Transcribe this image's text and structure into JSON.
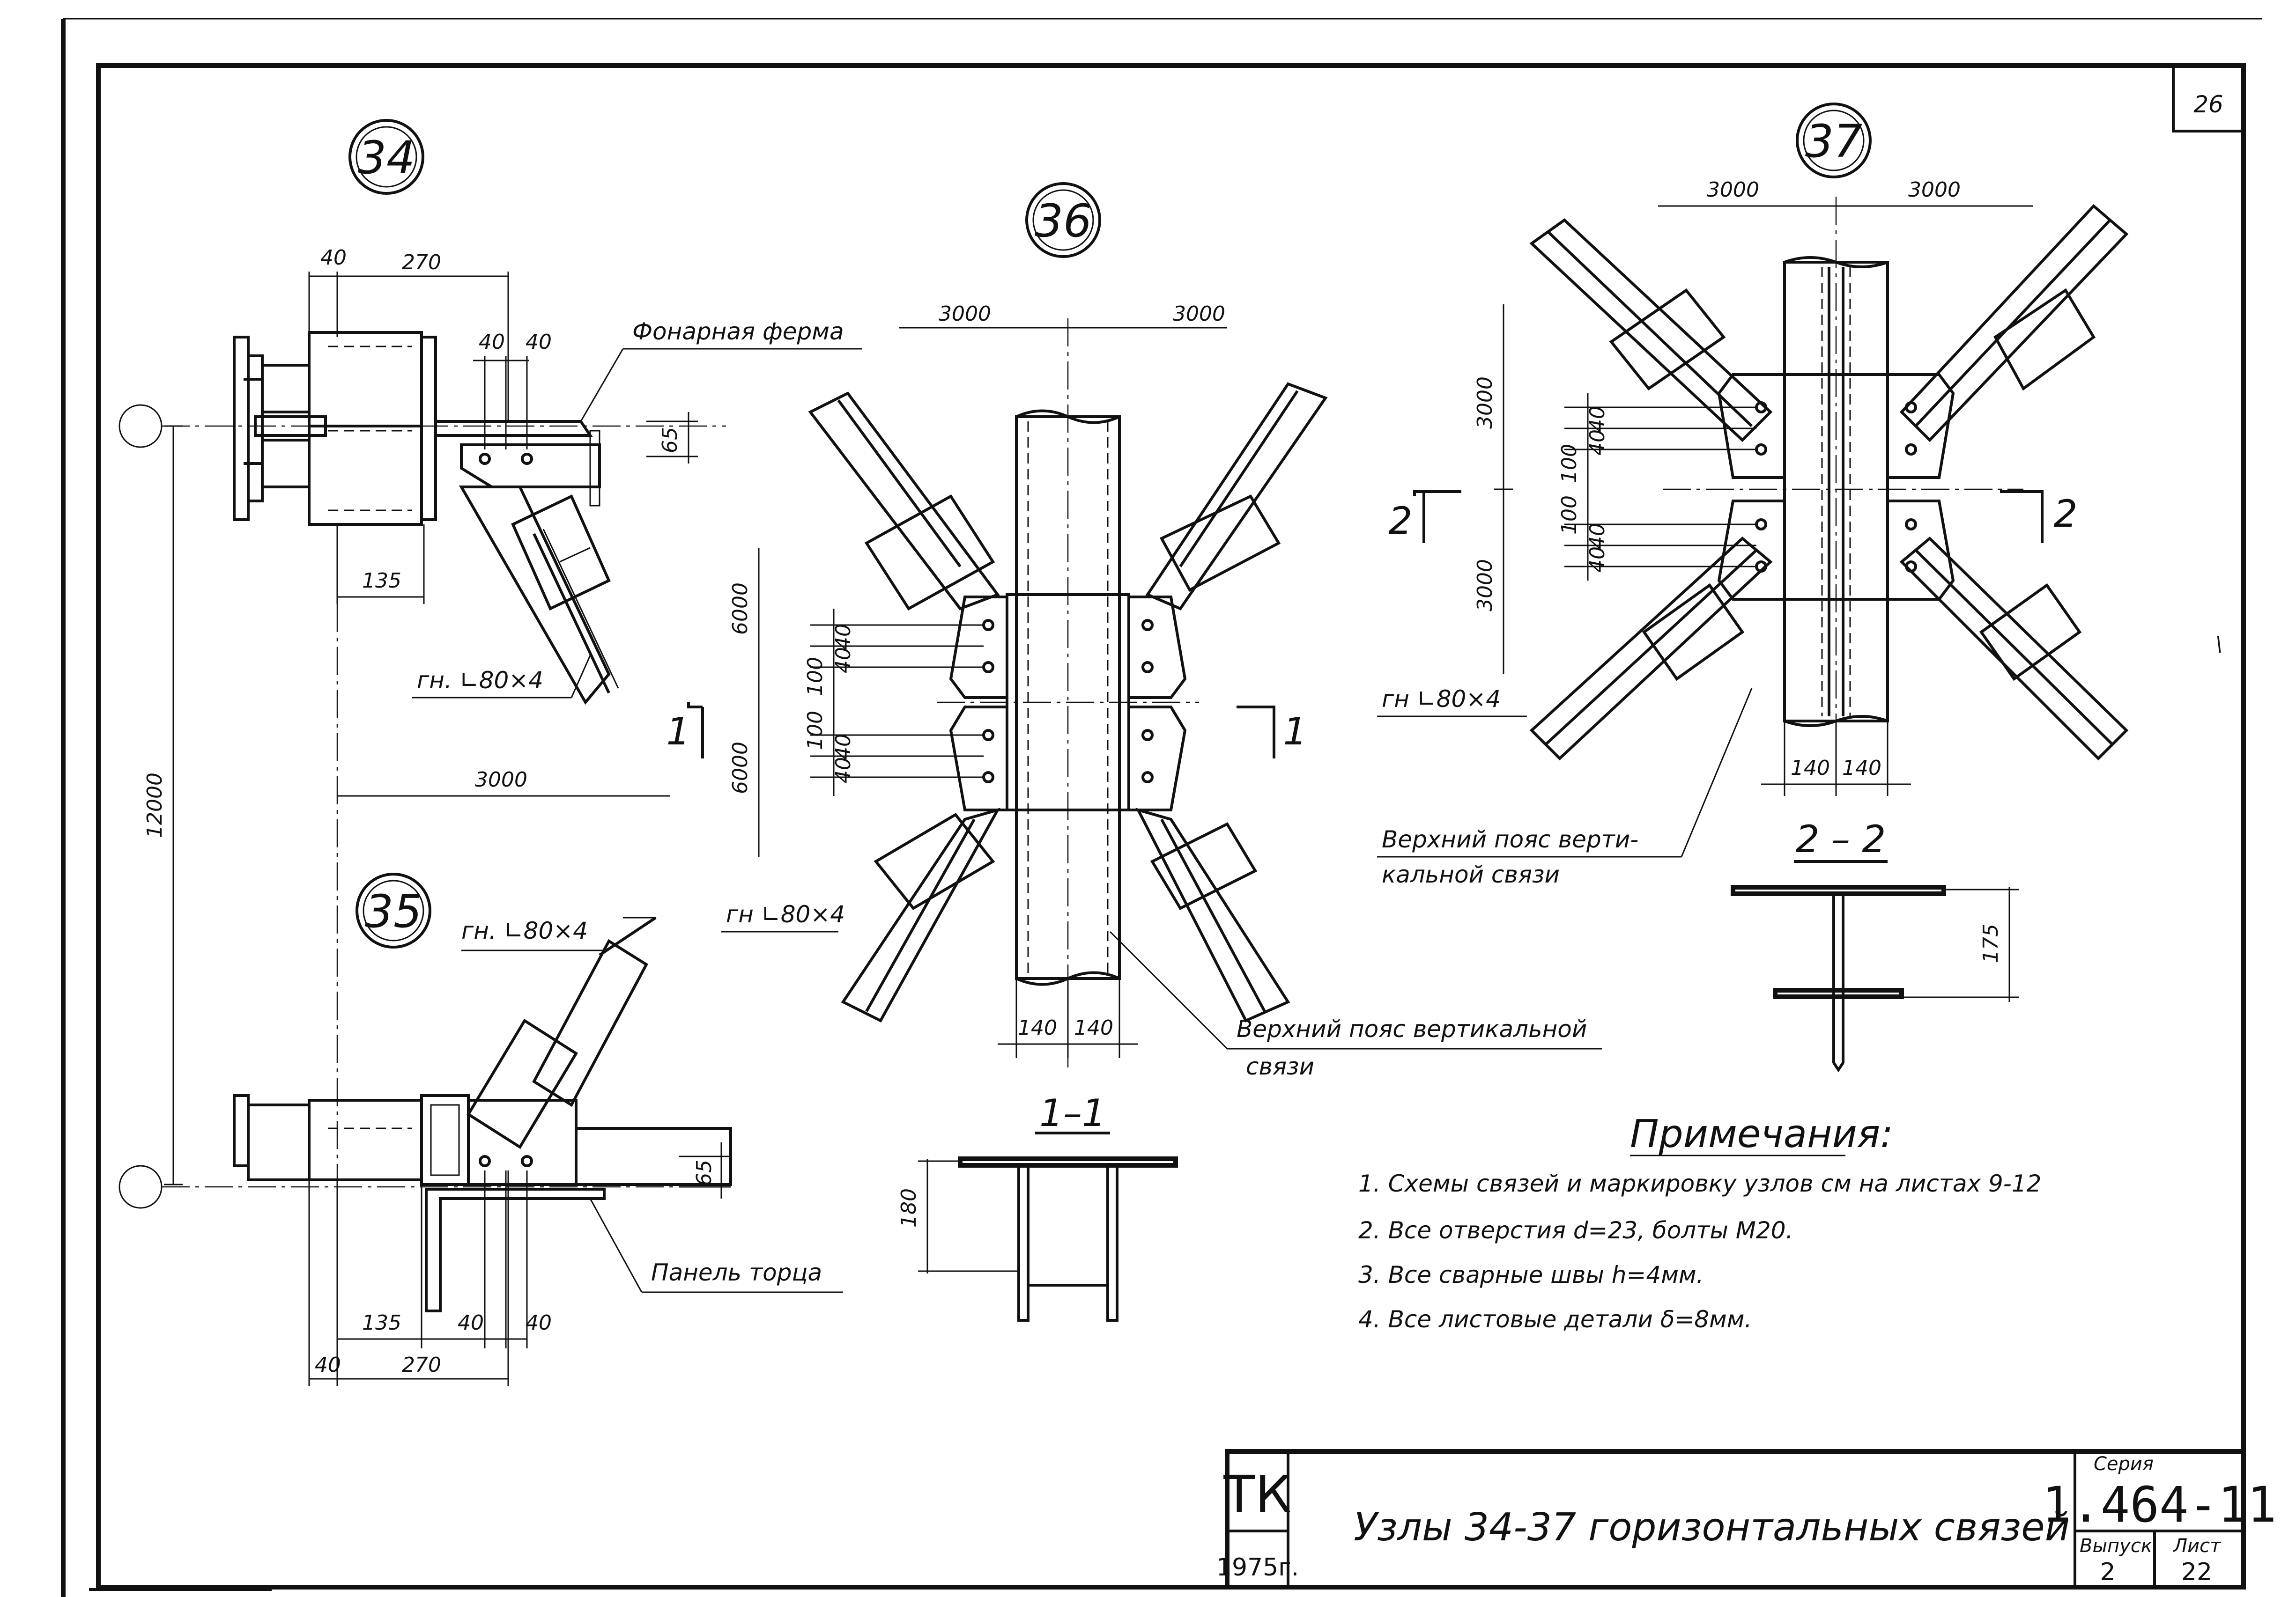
{
  "sheet": {
    "corner_number": "26",
    "footer_mark": "\\"
  },
  "node34": {
    "number": "34",
    "dims": [
      "40",
      "270",
      "40",
      "40",
      "65",
      "135"
    ],
    "label_truss": "Фонарная ферма",
    "label_angle": "гн. ∟80×4",
    "dim_3000": "3000",
    "dim_12000": "12000"
  },
  "node35": {
    "number": "35",
    "label_angle": "гн. ∟80×4",
    "label_panel": "Панель торца",
    "dims": [
      "65",
      "135",
      "40",
      "40",
      "40",
      "270"
    ]
  },
  "node36": {
    "number": "36",
    "dim_left": "3000",
    "dim_right": "3000",
    "dim_6000_top": "6000",
    "dim_6000_bottom": "6000",
    "dims_40": [
      "40",
      "40",
      "40",
      "40"
    ],
    "dims_100": [
      "100",
      "100"
    ],
    "dims_140": [
      "140",
      "140"
    ],
    "label_angle": "гн ∟80×4",
    "label_chord_line1": "Верхний пояс вертикальной",
    "label_chord_line2": "связи",
    "section_mark": "1"
  },
  "node37": {
    "number": "37",
    "dim_left": "3000",
    "dim_right": "3000",
    "dim_3000_top": "3000",
    "dim_3000_bottom": "3000",
    "dims_40": [
      "40",
      "40",
      "40",
      "40"
    ],
    "dims_100": [
      "100",
      "100"
    ],
    "dims_140": [
      "140",
      "140"
    ],
    "label_angle": "гн ∟80×4",
    "label_chord_line1": "Верхний пояс верти-",
    "label_chord_line2": "кальной связи",
    "section_mark": "2"
  },
  "section11": {
    "title": "1–1",
    "dim": "180"
  },
  "section22": {
    "title": "2 – 2",
    "dim": "175"
  },
  "notes": {
    "heading": "Примечания:",
    "items": [
      "1.  Схемы связей и маркировку узлов см на листах 9-12",
      "2.  Все отверстия   d=23,  болты М20.",
      "3.  Все сварные швы  h=4мм.",
      "4.  Все листовые детали  δ=8мм."
    ]
  },
  "title_block": {
    "org": "ТК",
    "year": "1975г.",
    "title": "Узлы 34-37 горизонтальных связей",
    "series_label": "Серия",
    "series_value": "1.464-11",
    "issue_label": "Выпуск",
    "issue_value": "2",
    "sheet_label": "Лист",
    "sheet_value": "22"
  }
}
